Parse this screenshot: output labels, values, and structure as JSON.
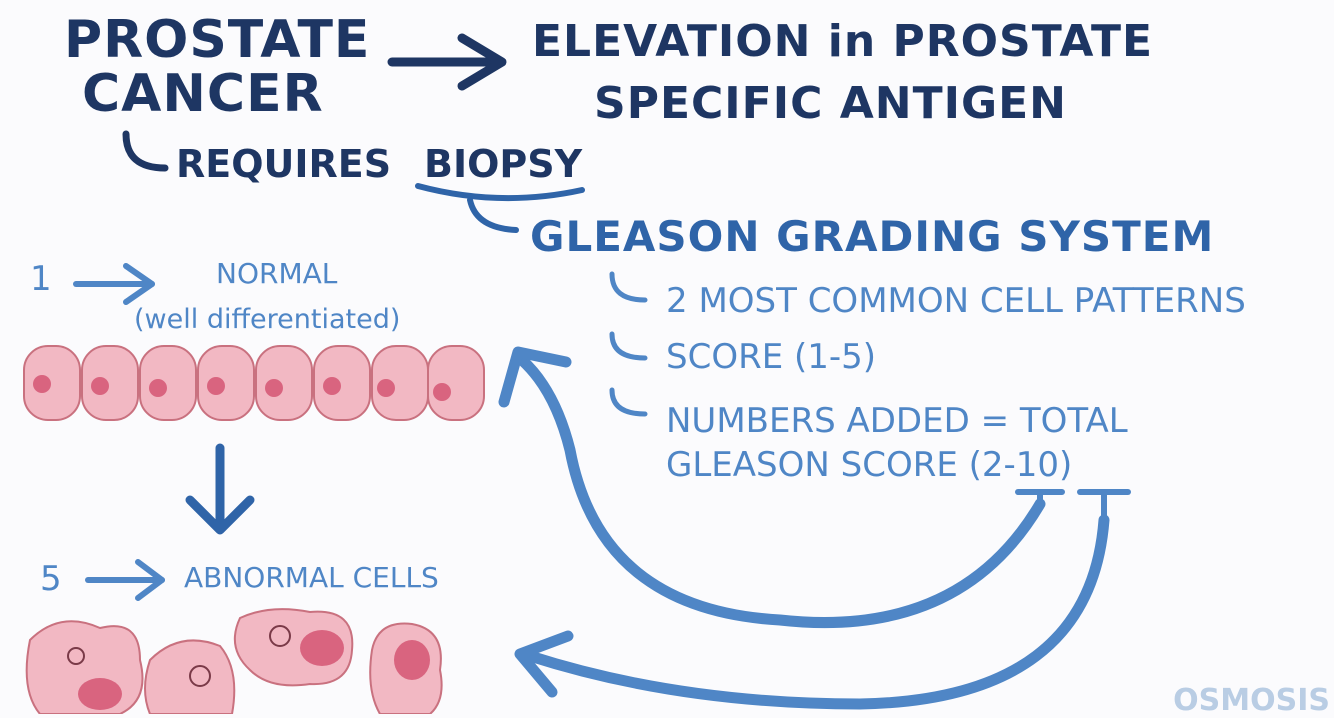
{
  "title": {
    "line1": "PROSTATE",
    "line2": "CANCER"
  },
  "elevation": {
    "line1": "ELEVATION in PROSTATE",
    "line2": "SPECIFIC ANTIGEN"
  },
  "requires": {
    "prefix": "REQUIRES",
    "biopsy": "BIOPSY"
  },
  "gleason": {
    "heading": "GLEASON GRADING SYSTEM",
    "items": [
      "2 MOST COMMON CELL PATTERNS",
      "SCORE (1-5)",
      "NUMBERS ADDED = TOTAL",
      "GLEASON SCORE (2-10)"
    ]
  },
  "normal": {
    "number": "1",
    "label": "NORMAL",
    "sublabel": "(well differentiated)"
  },
  "abnormal": {
    "number": "5",
    "label": "ABNORMAL CELLS"
  },
  "logo": "OSMOSIS",
  "colors": {
    "dark_ink": "#1e3663",
    "mid_ink": "#2f64a8",
    "light_ink": "#4f86c6",
    "cell_fill": "#f2b8c3",
    "nucleus": "#d9647f"
  }
}
